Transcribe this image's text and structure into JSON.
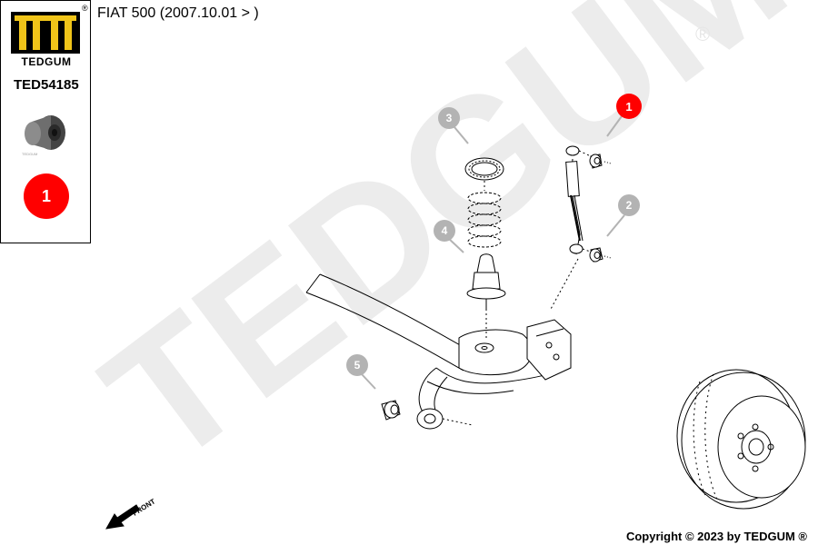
{
  "header": {
    "vehicle": "FIAT 500 (2007.10.01 > )"
  },
  "panel": {
    "brand": "TEDGUM",
    "reg_mark": "®",
    "part_number": "TED54185",
    "thumb_caption": "TEDGUM",
    "selected_position": "1"
  },
  "watermark": {
    "text": "TEDGUM",
    "mark": "®"
  },
  "callouts": [
    {
      "id": "1",
      "state": "selected"
    },
    {
      "id": "2",
      "state": "normal"
    },
    {
      "id": "3",
      "state": "normal"
    },
    {
      "id": "4",
      "state": "normal"
    },
    {
      "id": "5",
      "state": "normal"
    }
  ],
  "front_indicator": "FRONT",
  "footer": {
    "copyright": "Copyright © 2023 by TEDGUM ®"
  },
  "colors": {
    "selected": "#ff0000",
    "normal": "#b3b3b3",
    "logo_yellow": "#f0c419",
    "watermark": "#ececec"
  }
}
